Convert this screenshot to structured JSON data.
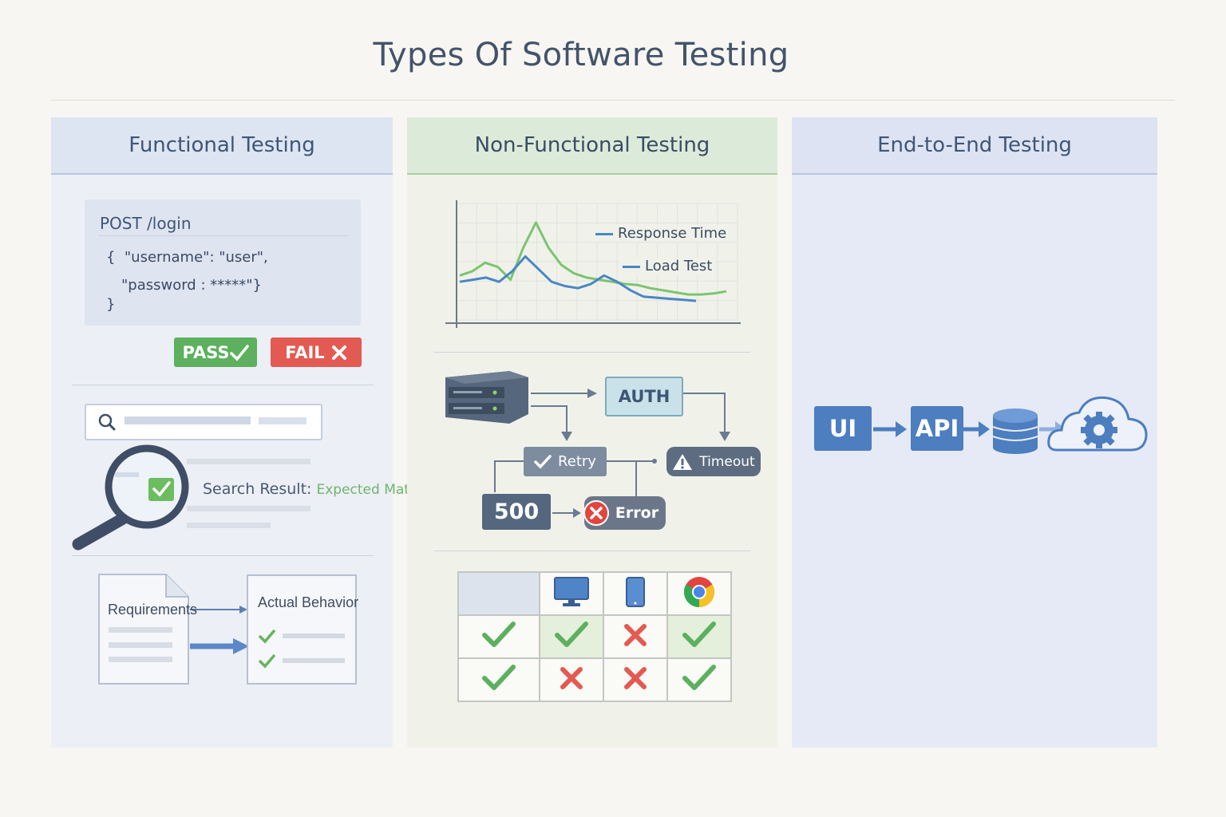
{
  "title": "Types Of Software Testing",
  "colors": {
    "pass": "#5cb05e",
    "fail": "#e35a52",
    "response_time": "#7cc46f",
    "load_test": "#4a86c5",
    "accent_blue": "#4c7ec0"
  },
  "functional": {
    "header": "Functional Testing",
    "api": {
      "endpoint": "POST /login",
      "line1": "{  \"username\": \"user\",",
      "line2": "\"password : *****\"}",
      "line3": "}"
    },
    "pass_label": "PASS",
    "fail_label": "FAIL",
    "search": {
      "icon": "search-icon",
      "result_label": "Search Result:",
      "result_value": "Expected Match"
    },
    "requirements_label": "Requirements",
    "actual_label": "Actual Behavior"
  },
  "non_functional": {
    "header": "Non-Functional Testing",
    "legend_response": "Response Time",
    "legend_load": "Load Test",
    "flow": {
      "auth": "AUTH",
      "retry": "Retry",
      "timeout": "Timeout",
      "code": "500",
      "error": "Error"
    },
    "matrix": {
      "columns": [
        "desktop-icon",
        "mobile-icon",
        "chrome-icon"
      ],
      "rows": [
        [
          "pass",
          "pass",
          "fail",
          "pass"
        ],
        [
          "pass",
          "fail",
          "fail",
          "pass"
        ]
      ]
    }
  },
  "chart_data": {
    "type": "line",
    "title": "",
    "xlabel": "",
    "ylabel": "",
    "series": [
      {
        "name": "Response Time",
        "values": [
          0.62,
          0.66,
          0.74,
          0.7,
          0.58,
          0.88,
          1.12,
          0.88,
          0.72,
          0.64,
          0.6,
          0.58,
          0.56,
          0.54,
          0.53,
          0.5,
          0.48,
          0.46,
          0.44,
          0.44,
          0.45,
          0.47
        ]
      },
      {
        "name": "Load Test",
        "values": [
          0.56,
          0.58,
          0.6,
          0.56,
          0.66,
          0.8,
          0.68,
          0.56,
          0.52,
          0.5,
          0.54,
          0.62,
          0.56,
          0.48,
          0.42,
          0.41,
          0.4,
          0.39,
          0.38
        ]
      }
    ],
    "ylim": [
      0.2,
      1.3
    ],
    "grid": true,
    "legend": "top-right"
  },
  "end_to_end": {
    "header": "End-to-End Testing",
    "ui_label": "UI",
    "api_label": "API",
    "db_icon": "database-icon",
    "cloud_icon": "cloud-gear-icon"
  }
}
